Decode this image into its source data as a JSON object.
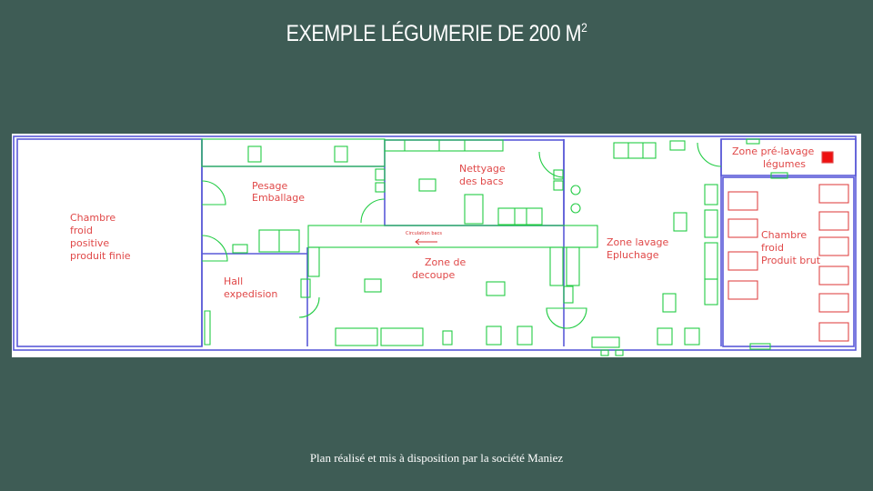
{
  "slide": {
    "title": "EXEMPLE LÉGUMERIE DE 200 M",
    "title_superscript": "2",
    "caption": "Plan réalisé et mis à disposition par la société Maniez"
  },
  "plan": {
    "colors": {
      "walls": "#5a5ad8",
      "equipment": "#22cc44",
      "labels": "#e04848",
      "cold_room_racks": "#e04848",
      "background": "#ffffff"
    },
    "rooms": {
      "chambre_froid_positive": [
        "Chambre",
        "froid",
        "positive",
        "produit finie"
      ],
      "pesage_emballage": [
        "Pesage",
        "Emballage"
      ],
      "nettoyage_bacs": [
        "Nettyage",
        "des bacs"
      ],
      "zone_pre_lavage": [
        "Zone pré-lavage",
        "légumes"
      ],
      "chambre_froid_brut": [
        "Chambre",
        "froid",
        "Produit brut"
      ],
      "hall_expedision": [
        "Hall",
        "expedision"
      ],
      "zone_decoupe": [
        "Zone de",
        "decoupe"
      ],
      "zone_lavage": [
        "Zone lavage",
        "Epluchage"
      ]
    },
    "circulation_label": "Circulation bacs"
  }
}
